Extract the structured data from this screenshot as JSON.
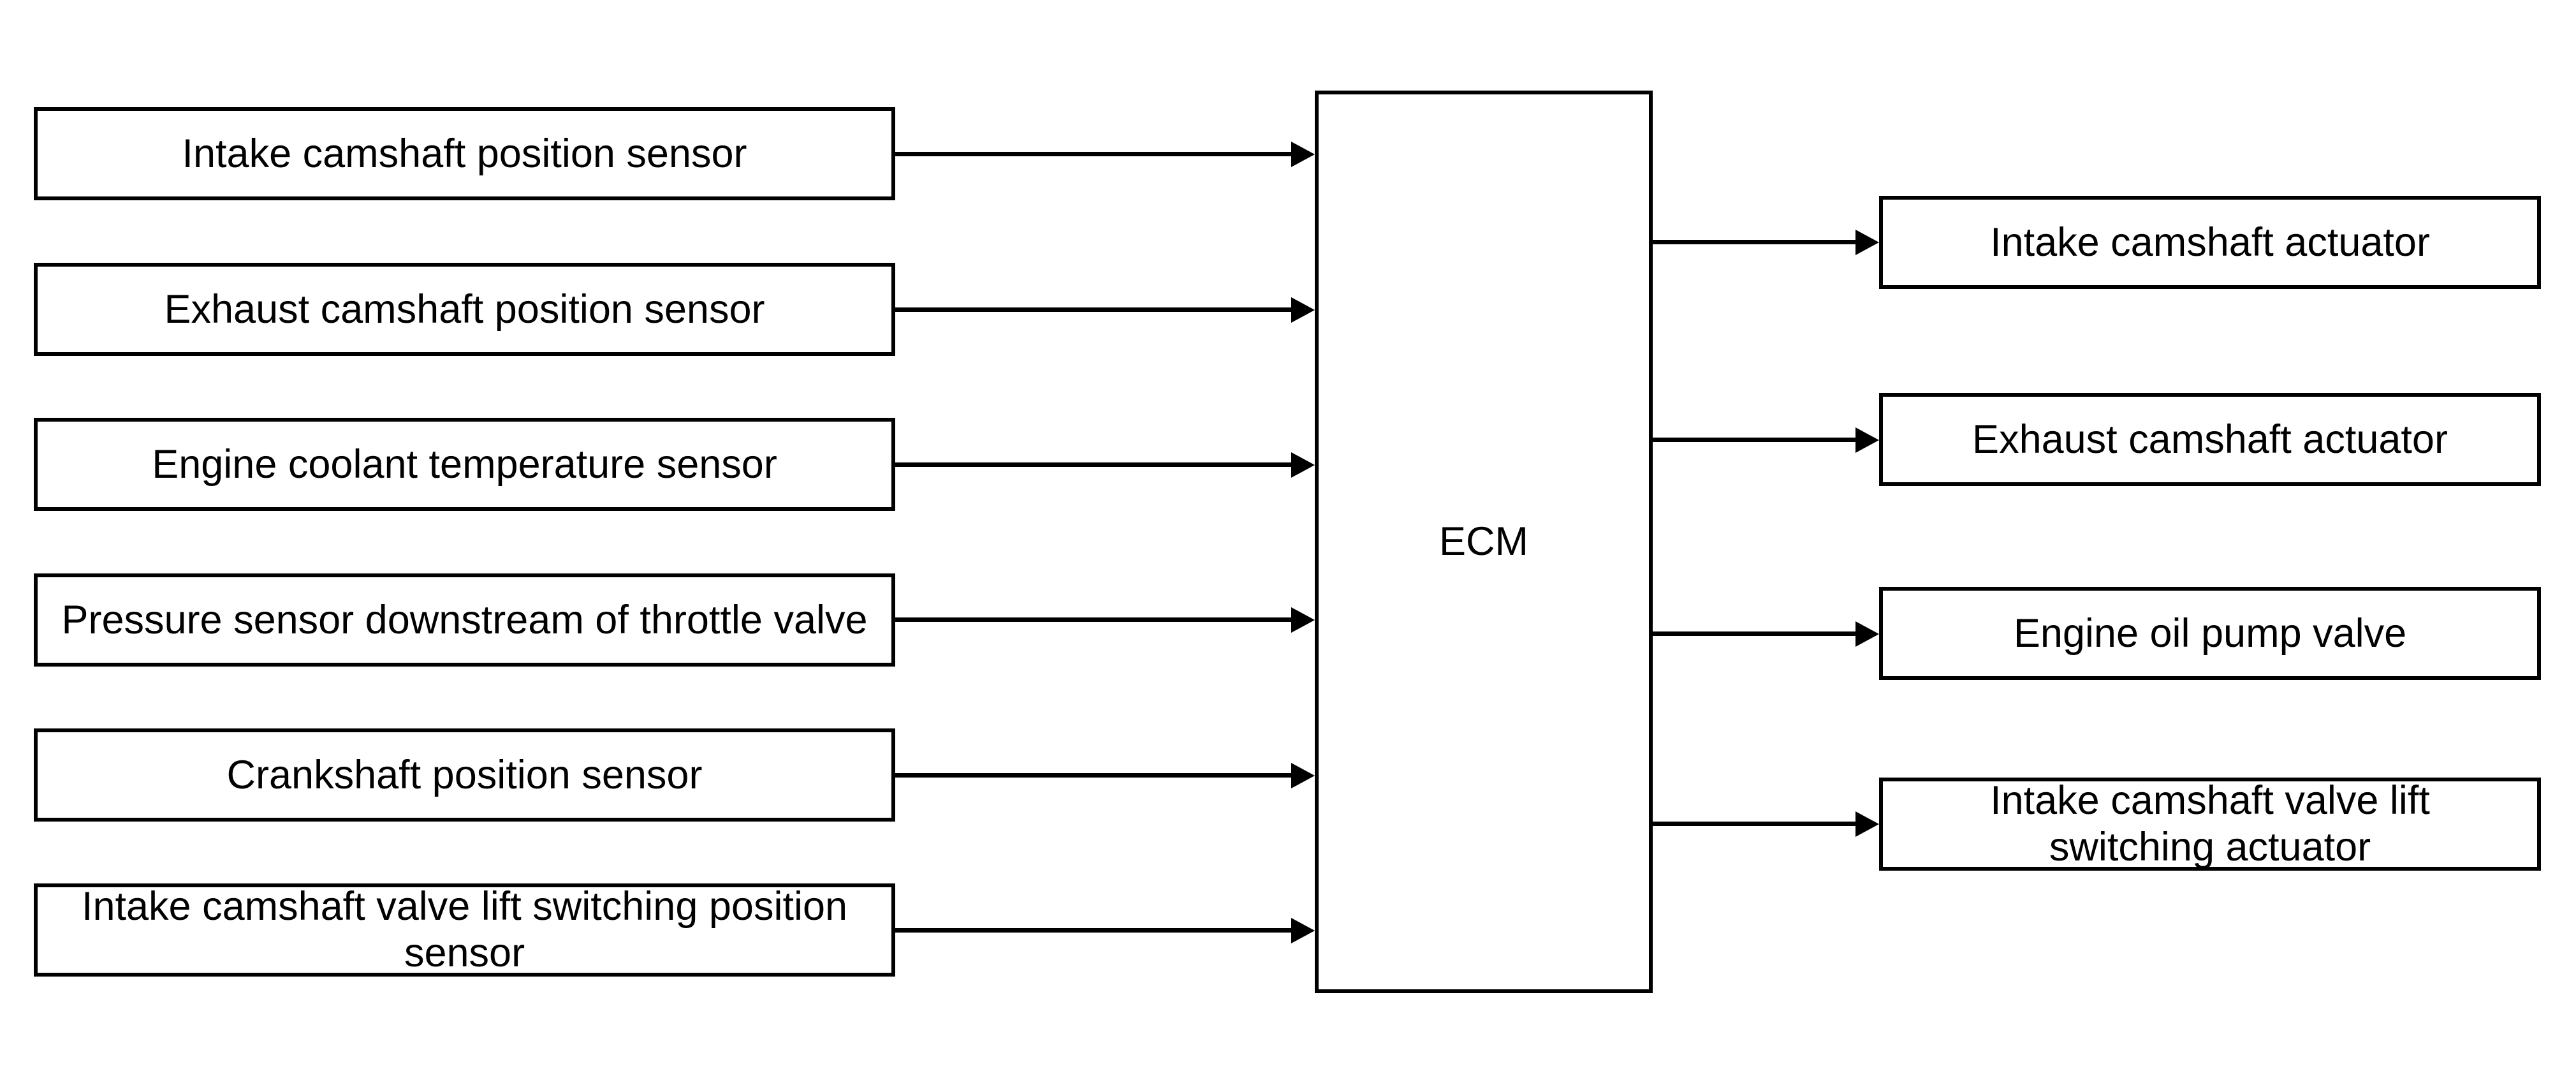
{
  "diagram": {
    "ecm": {
      "label": "ECM"
    },
    "inputs": [
      {
        "label": "Intake camshaft position sensor"
      },
      {
        "label": "Exhaust camshaft position sensor"
      },
      {
        "label": "Engine coolant temperature sensor"
      },
      {
        "label": "Pressure sensor downstream of throttle valve"
      },
      {
        "label": "Crankshaft position sensor"
      },
      {
        "label": "Intake camshaft valve lift switching position\nsensor"
      }
    ],
    "outputs": [
      {
        "label": "Intake camshaft actuator"
      },
      {
        "label": "Exhaust camshaft actuator"
      },
      {
        "label": "Engine oil pump valve"
      },
      {
        "label": "Intake camshaft valve lift\nswitching actuator"
      }
    ],
    "colors": {
      "background": "#ffffff",
      "line": "#000000",
      "text": "#000000",
      "box_fill": "#ffffff"
    }
  }
}
